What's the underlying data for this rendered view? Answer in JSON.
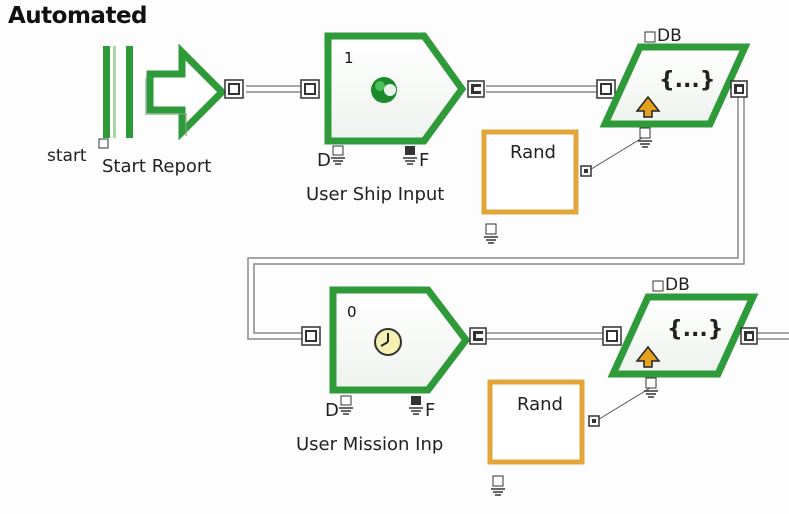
{
  "diagram": {
    "title": "Automated",
    "colors": {
      "block_green": "#2f9a3a",
      "rand_orange": "#e2a53a",
      "wire": "#888888",
      "ball_green": "#1a8a2a",
      "clock_face": "#f3f0b0"
    },
    "start_block": {
      "port_label": "start",
      "name": "Start Report"
    },
    "input_block_1": {
      "count": "1",
      "left_port": "D",
      "right_port": "F",
      "name": "User Ship Input",
      "icon": "green-sphere-icon"
    },
    "db_block_1": {
      "port_label": "DB",
      "content": "{...}",
      "icon": "up-arrow-icon"
    },
    "rand_block_1": {
      "label": "Rand"
    },
    "input_block_2": {
      "count": "0",
      "left_port": "D",
      "right_port": "F",
      "name": "User Mission Inp",
      "icon": "clock-icon"
    },
    "db_block_2": {
      "port_label": "DB",
      "content": "{...}",
      "icon": "up-arrow-icon"
    },
    "rand_block_2": {
      "label": "Rand"
    }
  }
}
